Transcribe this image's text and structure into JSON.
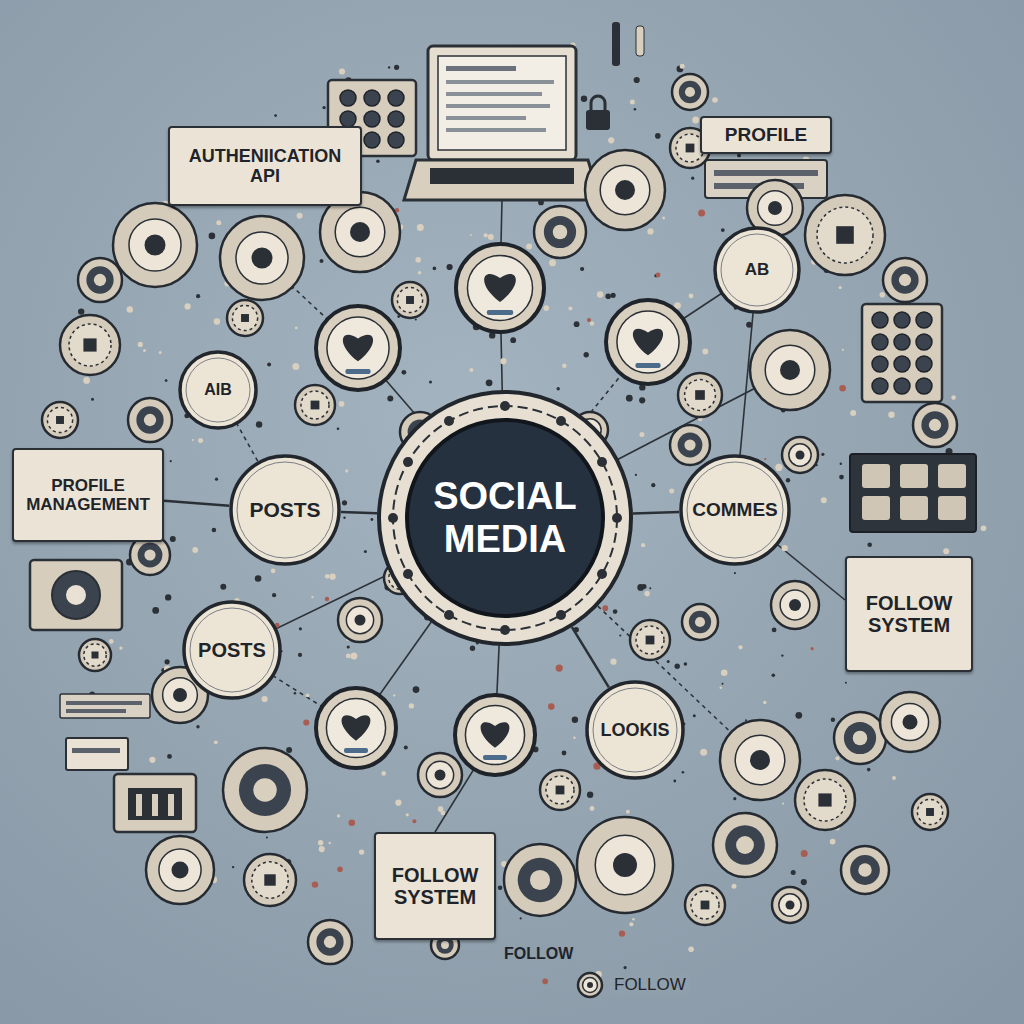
{
  "diagram": {
    "nodes": [
      {
        "text": [
          "AUTHENIICATION API"
        ]
      },
      {
        "text": [
          "PROFILE"
        ]
      },
      {
        "text": [
          "AIB"
        ]
      },
      {
        "text": [
          "AB"
        ]
      },
      {
        "text": [
          "PROFILE MANAGEMENT"
        ]
      },
      {
        "text": [
          "POSTS"
        ]
      },
      {
        "text": [
          "SOCIAL MEDIA"
        ]
      },
      {
        "text": [
          "COMMES"
        ]
      },
      {
        "text": [
          "POSTS"
        ]
      },
      {
        "text": [
          "FOLLOW SYSTEM"
        ]
      },
      {
        "text": [
          "LOOKIS"
        ]
      },
      {
        "text": [
          "FOLLOW SYSTEM"
        ]
      }
    ],
    "edges": [
      {
        "from": 6,
        "to": 5,
        "arrow": "none"
      },
      {
        "from": 6,
        "to": 7,
        "arrow": "none"
      },
      {
        "from": 6,
        "to": 10,
        "arrow": "none"
      },
      {
        "from": 4,
        "to": 5,
        "arrow": "none"
      }
    ],
    "labels": [
      "FOLLOW",
      "FOLLOW"
    ]
  }
}
